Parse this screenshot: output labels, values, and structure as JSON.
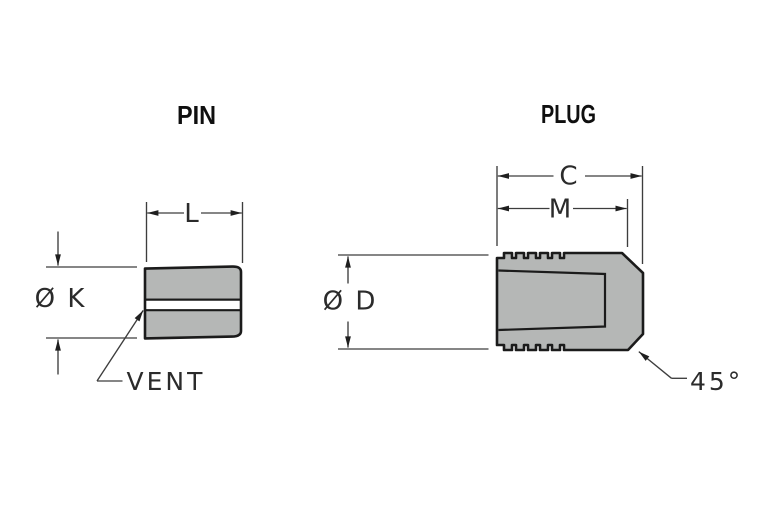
{
  "colors": {
    "background": "#ffffff",
    "body_fill": "#b5b7b6",
    "outline": "#1b1b1b",
    "dimension_line": "#3d3d3d",
    "label_text": "#2b2b2b"
  },
  "pin": {
    "title": "PIN",
    "labels": {
      "length": "L",
      "diameter": "Ø K",
      "vent": "VENT"
    }
  },
  "plug": {
    "title": "PLUG",
    "labels": {
      "overall_length": "C",
      "serration_length": "M",
      "diameter": "Ø D",
      "chamfer_angle": "45°"
    }
  }
}
